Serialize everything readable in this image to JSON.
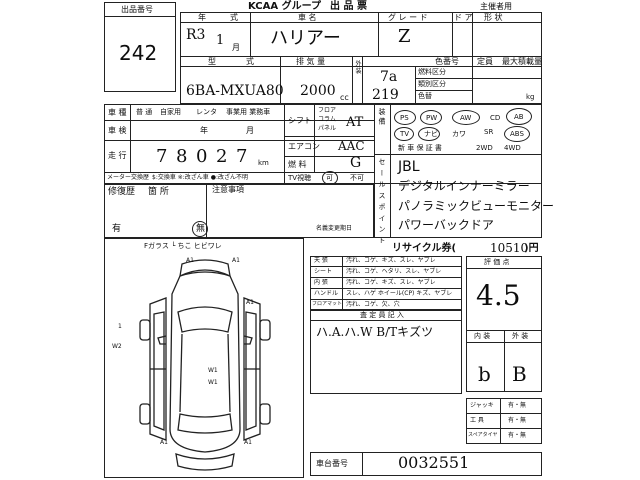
{
  "header": {
    "lot_box_title": "出品番号",
    "lot_number": "242",
    "org": "KCAA グループ",
    "sheet_title": "出 品 票",
    "owner_label": "主催者用"
  },
  "row1": {
    "year_label": "年",
    "month_label": "式",
    "name_label": "車 名",
    "grade_label": "グ レ ー ド",
    "door_label": "ド ア",
    "shape_label": "形 状",
    "year_value": "R3",
    "month_value": "1",
    "month_unit": "月",
    "car_name": "ハリアー",
    "grade_value": "Z"
  },
  "row2": {
    "type_label": "型",
    "type_label2": "式",
    "displacement_label": "排 気 量",
    "outer_label": "外 装",
    "color_no_label": "色番号",
    "color_no_value": "219",
    "color_label": "色替",
    "fuel_label": "燃料区分",
    "class_label": "類別区分",
    "capacity_label": "定員",
    "load_label": "最大積載量",
    "kg_unit": "kg",
    "type_value": "6BA-MXUA80",
    "displacement_value": "2000",
    "cc_unit": "cc",
    "outer_color": "7a"
  },
  "row3": {
    "vehicle_label": "車 種",
    "vehicle_opts": [
      "普 通",
      "自家用",
      "レンタ",
      "事業用 業務車"
    ],
    "inspect_label": "車 検",
    "inspect_year": "年",
    "inspect_month": "月",
    "mileage_label": "走 行",
    "mileage_digits": [
      "7",
      "8",
      "0",
      "2",
      "7"
    ],
    "mileage_unit": "km",
    "meter_label": "メーター交換歴",
    "meter_opts": "$:交換車 ※:改ざん車 ●:改ざん不明",
    "shift_label": "シフト",
    "shift_opts": [
      "フロア",
      "コラム",
      "パネル"
    ],
    "shift_value": "AT",
    "aircon_label": "エアコン",
    "aircon_value": "AAC",
    "fuel_label": "燃 料",
    "fuel_value": "G",
    "tv_label": "TV視聴",
    "tv_opts": [
      "可",
      "不可"
    ]
  },
  "equipment": {
    "label": "装 備",
    "items": [
      "PS",
      "PW",
      "AW",
      "CD",
      "AB",
      "TV",
      "ナビ",
      "カワ",
      "SR",
      "ABS"
    ],
    "new_car_warranty": "新 車 保 証 書",
    "drive": [
      "2WD",
      "4WD"
    ]
  },
  "sales_points": {
    "label": "セ ー ル ス ポ イ ン ト",
    "lines": [
      "JBL",
      "デジタルインナーミラー",
      "パノラミックビューモニター",
      "パワーバックドア"
    ]
  },
  "repair": {
    "history_label": "修復歴",
    "location_label": "箇 所",
    "notes_label": "注意事項",
    "has_label": "有",
    "none_label": "無",
    "date_label": "名義変更期日"
  },
  "diagram": {
    "legend": "Fガラス  └ ちこ  ヒビワレ",
    "marks": [
      "A1",
      "A1",
      "A1",
      "A1",
      "A1",
      "W2",
      "W1",
      "W1",
      "1"
    ]
  },
  "recycle": {
    "label": "リサイクル券(",
    "value": "10510",
    "unit": ")円"
  },
  "condition_table": {
    "rows": [
      {
        "label": "天 張",
        "text": "汚れ、コゲ、キズ、スレ、ヤブレ"
      },
      {
        "label": "シート",
        "text": "汚れ、コゲ、ヘタリ、スレ、ヤブレ"
      },
      {
        "label": "内 張",
        "text": "汚れ、コゲ、キズ、スレ、ヤブレ"
      },
      {
        "label": "ハンドル",
        "text": "スレ、ハゲ ホイール(CP) キズ、ヤブレ"
      },
      {
        "label": "フロアマット",
        "text": "汚れ、コゲ、欠、穴"
      }
    ],
    "inspector_label": "査 定 員 記 入",
    "inspector_note": "ハ.A.ハ.W B/Tキズツ"
  },
  "grading": {
    "label": "評 価 点",
    "overall": "4.5",
    "interior_label": "内 装",
    "exterior_label": "外 装",
    "interior_value": "b",
    "exterior_value": "B"
  },
  "tools": [
    {
      "label": "ジャッキ",
      "opts": "有・無"
    },
    {
      "label": "工 具",
      "opts": "有・無"
    },
    {
      "label": "スペアタイヤ",
      "opts": "有・無"
    }
  ],
  "chassis": {
    "label": "車台番号",
    "value": "0032551"
  }
}
